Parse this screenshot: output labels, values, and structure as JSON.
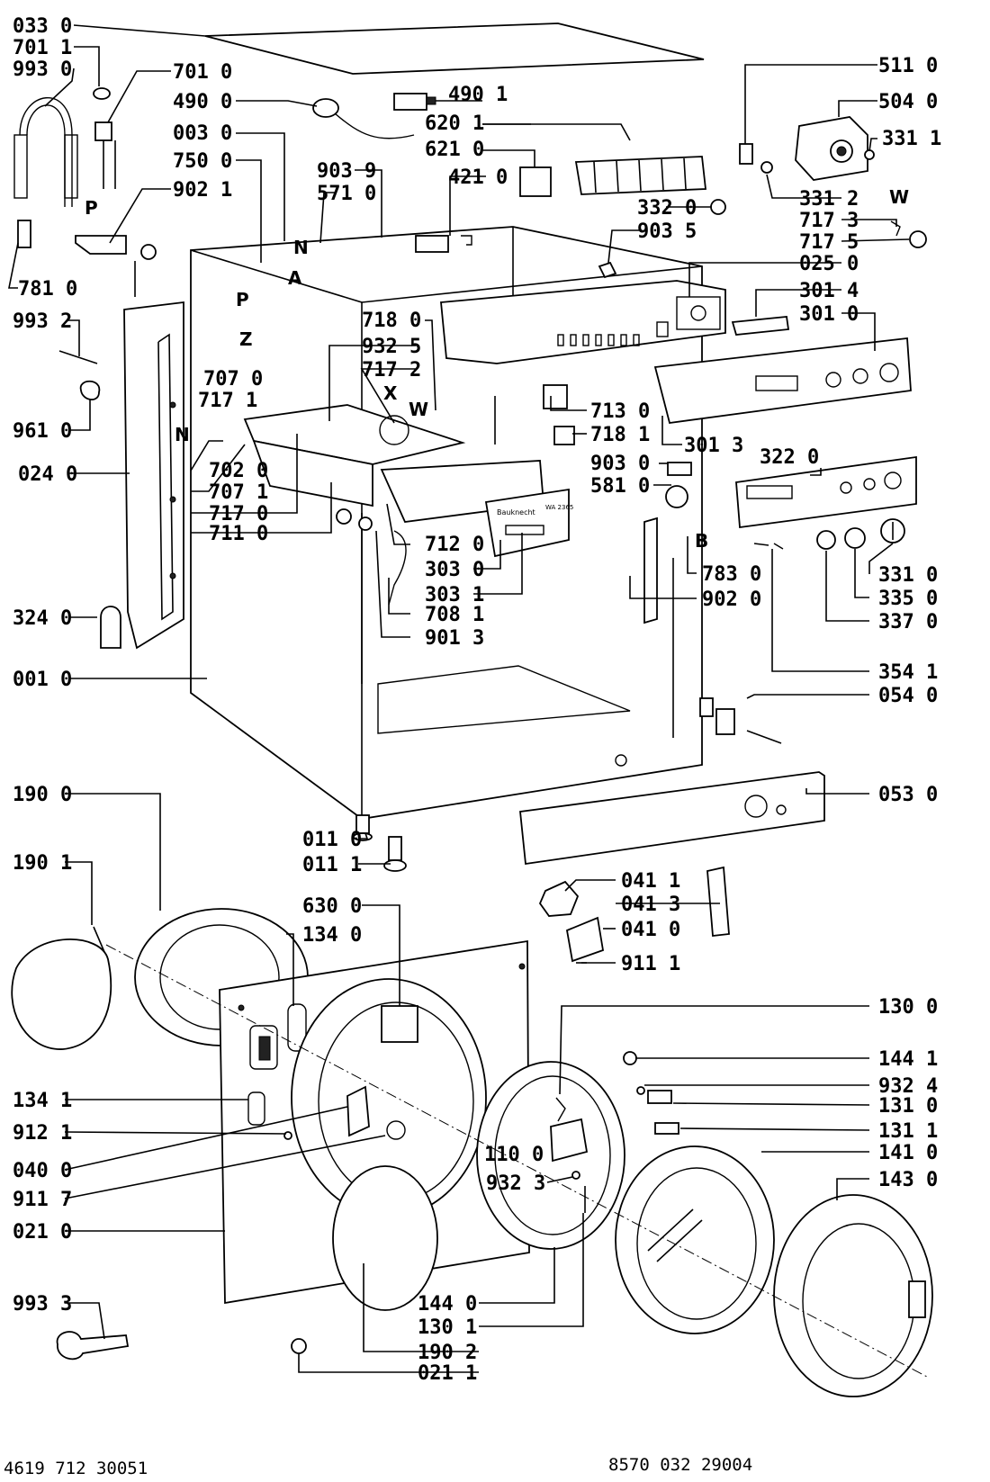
{
  "labels": {
    "l0330": "033 0",
    "l7011": "701 1",
    "l9930": "993 0",
    "l7010": "701 0",
    "l4900": "490 0",
    "l4901": "490 1",
    "l6201": "620 1",
    "l6210": "621 0",
    "l0030": "003 0",
    "l7500": "750 0",
    "l9021": "902 1",
    "l9039": "903 9",
    "l5710": "571 0",
    "l4210": "421 0",
    "l5110": "511 0",
    "l5040": "504 0",
    "l3311": "331 1",
    "l3312": "331 2",
    "l3320": "332 0",
    "l9035": "903 5",
    "l7173": "717 3",
    "l7175": "717 5",
    "l0250": "025 0",
    "l3014": "301 4",
    "l3010": "301 0",
    "l7810": "781 0",
    "l9932": "993 2",
    "l7180": "718 0",
    "l9325": "932 5",
    "l7172": "717 2",
    "l7070": "707 0",
    "l7171": "717 1",
    "l9610": "961 0",
    "l7130": "713 0",
    "l7181": "718 1",
    "l3013": "301 3",
    "l3220": "322 0",
    "l9030": "903 0",
    "l0240": "024 0",
    "l7020": "702 0",
    "l7071": "707 1",
    "l7170": "717 0",
    "l7110": "711 0",
    "l5810": "581 0",
    "l7120": "712 0",
    "l3030": "303 0",
    "l3031": "303 1",
    "l7081": "708 1",
    "l9013": "901 3",
    "l7830": "783 0",
    "l9020": "902 0",
    "l3310": "331 0",
    "l3350": "335 0",
    "l3370": "337 0",
    "l3240": "324 0",
    "l0010": "001 0",
    "l3541": "354 1",
    "l0540": "054 0",
    "l1900": "190 0",
    "l0530": "053 0",
    "l0110": "011 0",
    "l0111": "011 1",
    "l1901": "190 1",
    "l0411": "041 1",
    "l0413": "041 3",
    "l0410": "041 0",
    "l6300": "630 0",
    "l1340": "134 0",
    "l9111": "911 1",
    "l1300": "130 0",
    "l1441": "144 1",
    "l9324": "932 4",
    "l1310": "131 0",
    "l1341": "134 1",
    "l1311": "131 1",
    "l9121": "912 1",
    "l1100": "110 0",
    "l1410": "141 0",
    "l0400": "040 0",
    "l9323": "932 3",
    "l1430": "143 0",
    "l9117": "911 7",
    "l0210": "021 0",
    "l9933": "993 3",
    "l1440": "144 0",
    "l1301": "130 1",
    "l1902": "190 2",
    "l0211": "021 1"
  },
  "letters": {
    "P1": "P",
    "P2": "P",
    "N1": "N",
    "N2": "N",
    "A": "A",
    "Z": "Z",
    "X": "X",
    "W1": "W",
    "W2": "W",
    "B": "B"
  },
  "brand_text": "Bauknecht",
  "model_text": "WA 2365",
  "footer": {
    "left_code": "4619 712 30051",
    "right_code": "8570 032 29004"
  }
}
